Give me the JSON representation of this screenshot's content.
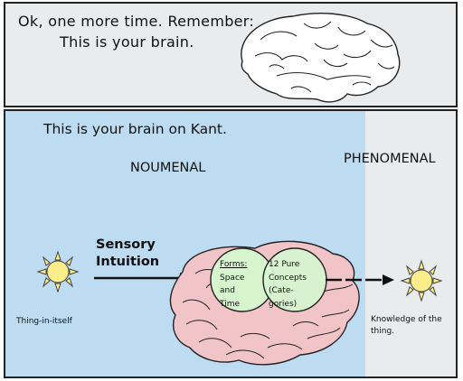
{
  "top_panel": {
    "line1": "Ok, one more time. Remember:",
    "line2": "This is your brain."
  },
  "bottom_panel": {
    "caption": "This is your brain on Kant.",
    "noumenal_label": "NOUMENAL",
    "phenomenal_label": "PHENOMENAL",
    "sensory_line1": "Sensory",
    "sensory_line2": "Intuition",
    "thing_label": "Thing-in-itself",
    "forms_title": "Forms:",
    "forms_lines": [
      "Space",
      "and",
      "Time"
    ],
    "categories_lines": [
      "12 Pure",
      "Concepts",
      "(Cate-",
      "gories)"
    ],
    "knowledge_line1": "Knowledge of the",
    "knowledge_line2": "thing."
  },
  "colors": {
    "noumenal_bg": "#bddbf1",
    "phenomenal_bg": "#e9ebec",
    "brain_pink": "#f1c4c8",
    "circle_green": "#d6f5cf",
    "sun_yellow": "#fbee8a"
  }
}
